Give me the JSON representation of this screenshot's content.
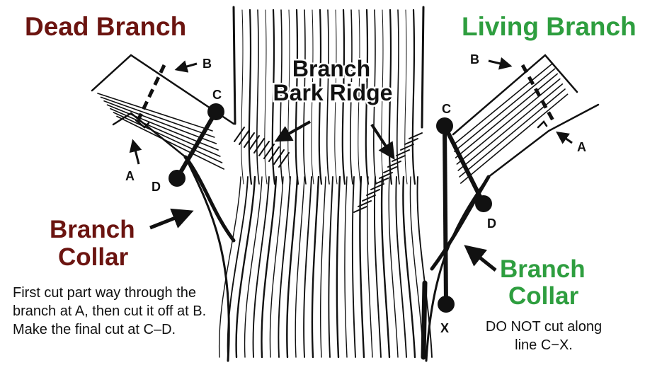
{
  "labels": {
    "dead_title": "Dead Branch",
    "living_title": "Living Branch",
    "ridge_line1": "Branch",
    "ridge_line2": "Bark Ridge",
    "collar_left_1": "Branch",
    "collar_left_2": "Collar",
    "collar_right_1": "Branch",
    "collar_right_2": "Collar",
    "left_B": "B",
    "left_A": "A",
    "left_C": "C",
    "left_D": "D",
    "right_B": "B",
    "right_A": "A",
    "right_C": "C",
    "right_D": "D",
    "right_X": "X"
  },
  "notes": {
    "left": [
      "First cut part way through the",
      "branch at A, then cut it off at B.",
      "Make the final cut at C–D."
    ],
    "right": [
      "DO NOT cut along",
      "line C−X."
    ]
  },
  "colors": {
    "dead": "#6b1410",
    "living": "#2e9e3f",
    "ink": "#111111"
  }
}
